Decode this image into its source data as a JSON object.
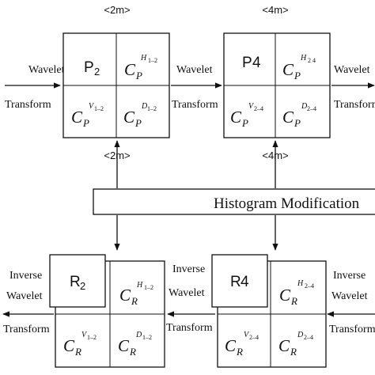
{
  "top": {
    "scale_left": "<2m>",
    "scale_right": "<4m>",
    "left_input": {
      "line1": "Wavelet",
      "line2": "Transform"
    },
    "mid_arrow": {
      "line1": "Wavelet",
      "line2": "Transform"
    },
    "right_output": {
      "line1": "Wavelet",
      "line2": "Transform"
    },
    "grid1": {
      "p_label": "P",
      "p_sub": "2",
      "c_main": "C",
      "c_sub": "P",
      "h_sup": "H",
      "h_idx": "1–2",
      "v_sup": "V",
      "v_idx": "1–2",
      "d_sup": "D",
      "d_idx": "1–2"
    },
    "grid2": {
      "p_label": "P",
      "p_sub": "4",
      "c_main": "C",
      "c_sub": "P",
      "h_sup": "H",
      "h_idx": "2  4",
      "v_sup": "V",
      "v_idx": "2–4",
      "d_sup": "D",
      "d_idx": "2–4"
    }
  },
  "middle": {
    "scale_left": "<2m>",
    "scale_right": "<4m>",
    "bar_label": "Histogram Modification"
  },
  "bottom": {
    "left_output": {
      "line1": "Inverse",
      "line2": "Wavelet",
      "line3": "Transform"
    },
    "mid_arrow": {
      "line1": "Inverse",
      "line2": "Wavelet",
      "line3": "Transform"
    },
    "right_input": {
      "line1": "Inverse",
      "line2": "Wavelet",
      "line3": "Transform"
    },
    "grid1": {
      "r_label": "R",
      "r_sub": "2",
      "c_main": "C",
      "c_sub": "R",
      "h_sup": "H",
      "h_idx": "1–2",
      "v_sup": "V",
      "v_idx": "1–2",
      "d_sup": "D",
      "d_idx": "1–2"
    },
    "grid2": {
      "r_label": "R",
      "r_sub": "4",
      "c_main": "C",
      "c_sub": "R",
      "h_sup": "H",
      "h_idx": "2–4",
      "v_sup": "V",
      "v_idx": "2–4",
      "d_sup": "D",
      "d_idx": "2–4"
    }
  }
}
